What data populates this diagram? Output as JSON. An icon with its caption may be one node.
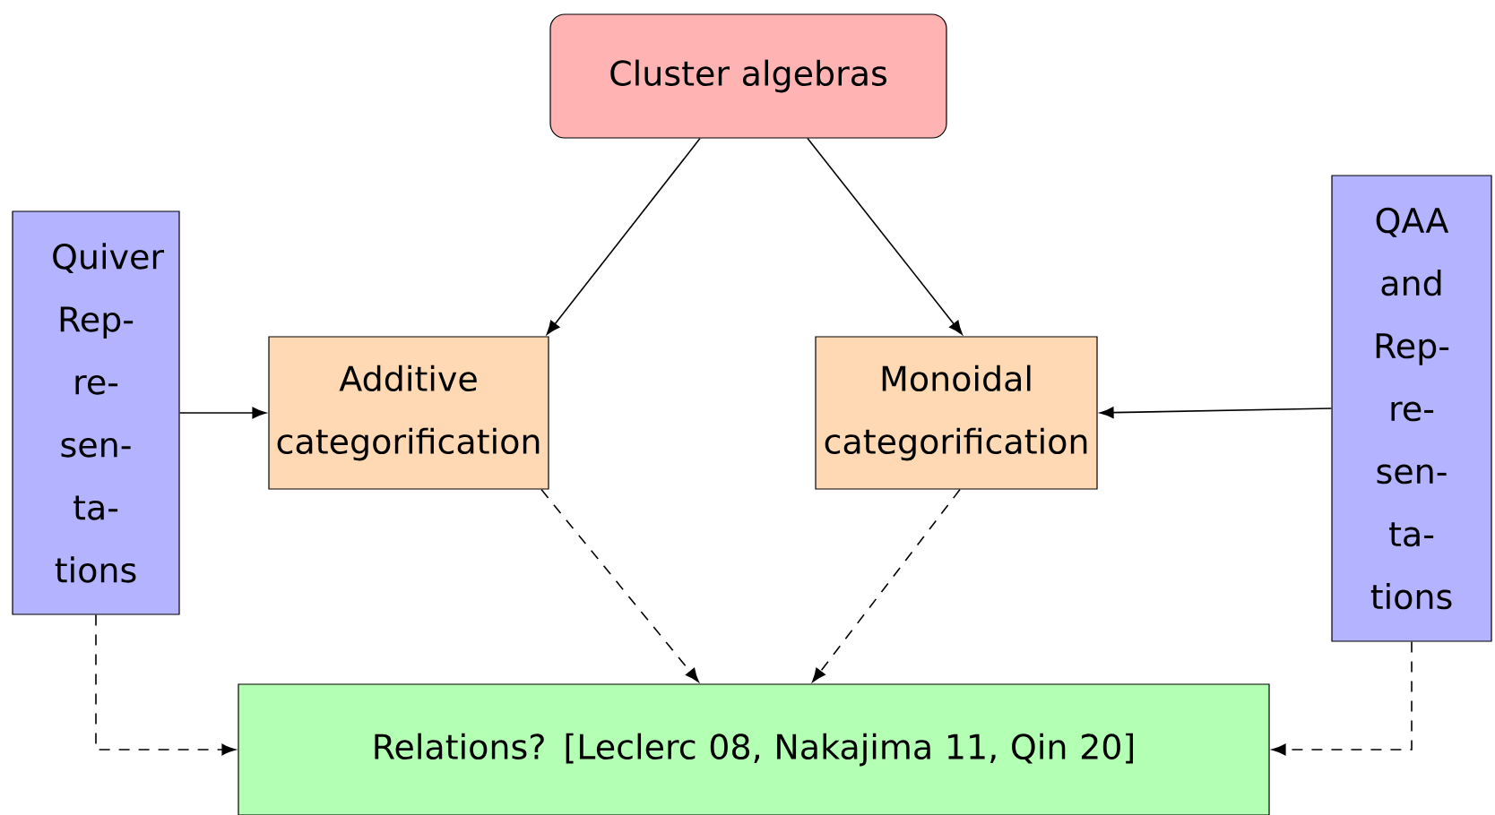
{
  "diagram": {
    "nodes": [
      {
        "text": [
          "Cluster algebras"
        ]
      },
      {
        "text": [
          "Quiver Rep- re- sen- ta- tions"
        ]
      },
      {
        "text": [
          "Additive categorification"
        ]
      },
      {
        "text": [
          "Monoidal categorification"
        ]
      },
      {
        "text": [
          "QAA and Rep- re- sen- ta- tions"
        ]
      },
      {
        "text": [
          "Relations? [Leclerc 08, Nakajima 11, Qin 20]"
        ]
      }
    ],
    "edges": [
      {
        "from": 0,
        "to": 2,
        "arrow": "to"
      },
      {
        "from": 0,
        "to": 3,
        "arrow": "to"
      },
      {
        "from": 1,
        "to": 2,
        "arrow": "to"
      },
      {
        "from": 4,
        "to": 3,
        "arrow": "to"
      },
      {
        "from": 2,
        "to": 5,
        "arrow": "to",
        "style": "dashed"
      },
      {
        "from": 3,
        "to": 5,
        "arrow": "to",
        "style": "dashed"
      },
      {
        "from": 1,
        "to": 5,
        "arrow": "to",
        "style": "dashed"
      },
      {
        "from": 4,
        "to": 5,
        "arrow": "to",
        "style": "dashed"
      }
    ]
  }
}
